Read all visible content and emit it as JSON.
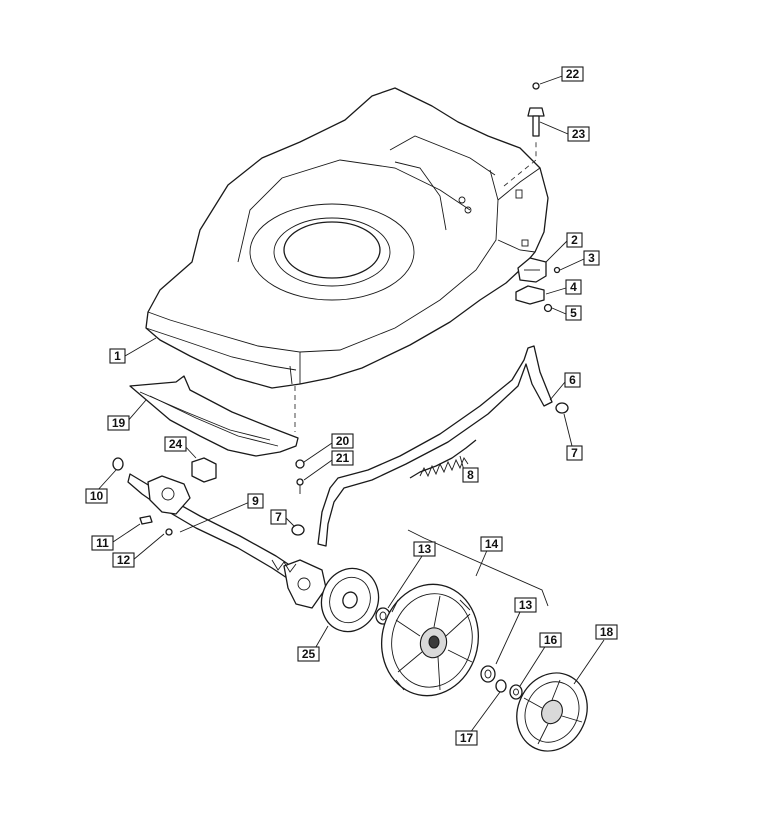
{
  "callouts": {
    "c1": "1",
    "c2": "2",
    "c3": "3",
    "c4": "4",
    "c5": "5",
    "c6": "6",
    "c7a": "7",
    "c7b": "7",
    "c8": "8",
    "c9": "9",
    "c10": "10",
    "c11": "11",
    "c12": "12",
    "c13a": "13",
    "c13b": "13",
    "c14": "14",
    "c16": "16",
    "c17": "17",
    "c18": "18",
    "c19": "19",
    "c20": "20",
    "c21": "21",
    "c22": "22",
    "c23": "23",
    "c24": "24",
    "c25": "25"
  }
}
